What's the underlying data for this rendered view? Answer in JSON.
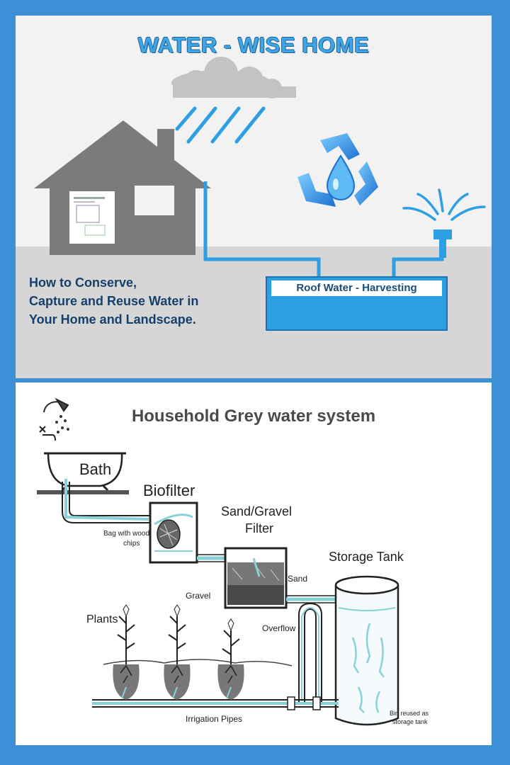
{
  "top_panel": {
    "title": "WATER - WISE HOME",
    "tagline": [
      "How to Conserve,",
      "Capture and Reuse Water in",
      "Your Home and Landscape."
    ],
    "tank_label": "Roof Water - Harvesting",
    "icons": [
      "cloud-icon",
      "rain-icon",
      "house-icon",
      "recycle-water-icon",
      "sprinkler-icon"
    ],
    "colors": {
      "accent": "#3ea6e6",
      "pipe": "#2f9fe4",
      "house": "#7b7b7b",
      "text_dark": "#16406b"
    }
  },
  "bottom_panel": {
    "title": "Household Grey water system",
    "labels": {
      "bath": "Bath",
      "biofilter": "Biofilter",
      "bag": "Bag with wood",
      "bag2": "chips",
      "sand_gravel_1": "Sand/Gravel",
      "sand_gravel_2": "Filter",
      "storage_tank": "Storage Tank",
      "sand": "Sand",
      "gravel": "Gravel",
      "plants": "Plants",
      "overflow": "Overflow",
      "irrigation": "Irrigation Pipes",
      "bin1": "Bin reused as",
      "bin2": "storage tank"
    }
  }
}
